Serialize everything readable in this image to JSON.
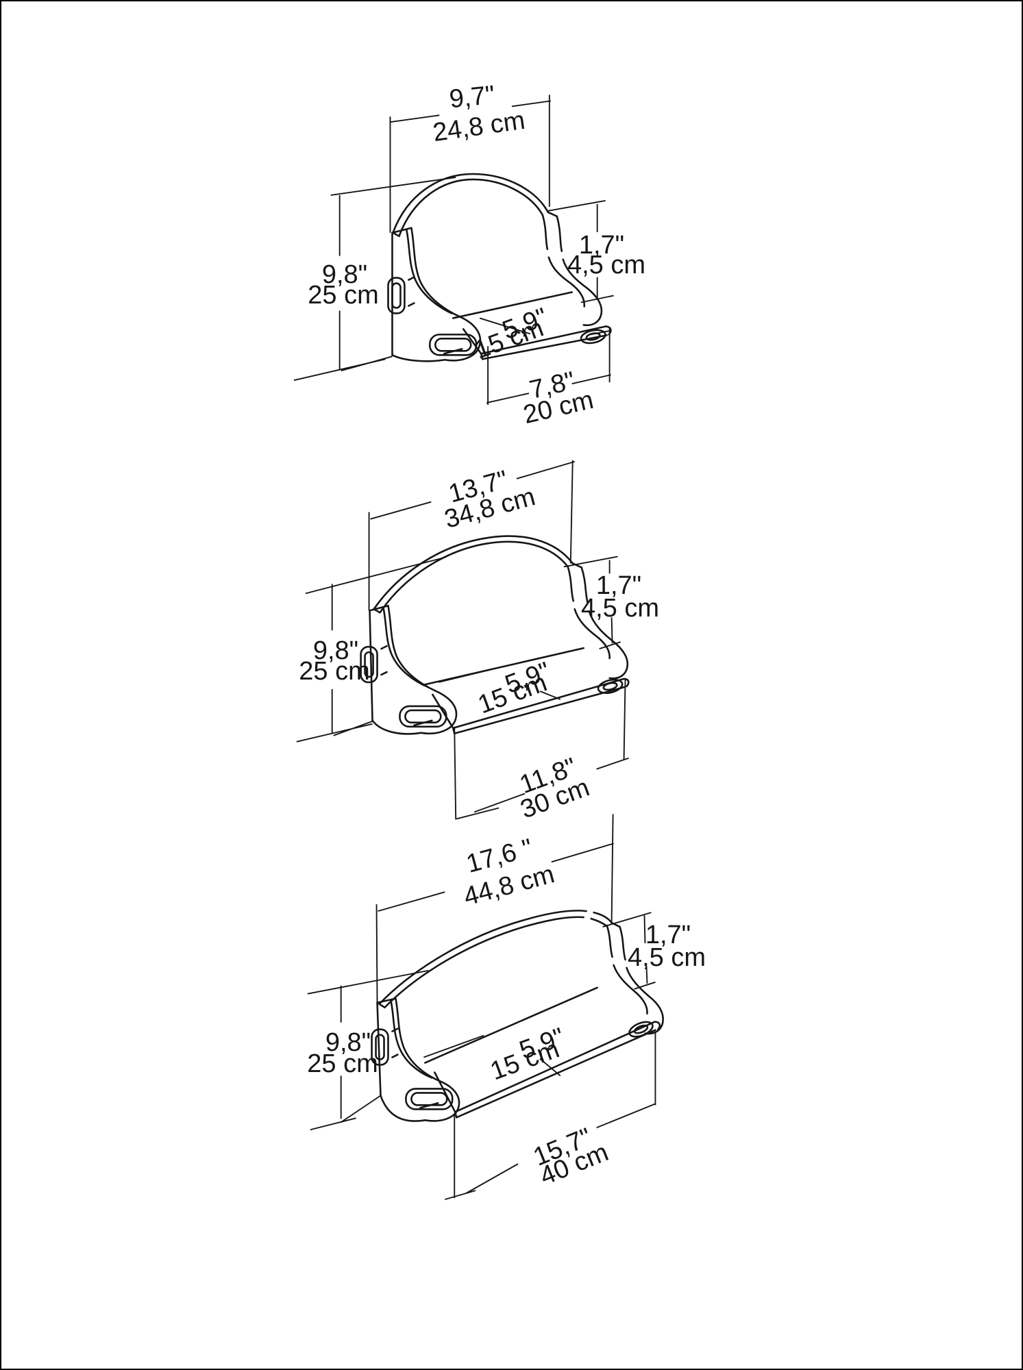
{
  "page": {
    "background": "#ffffff",
    "border_color": "#000000",
    "line_color": "#161616",
    "description": "Dimension drawing of three arched wall shelves (small, medium, large)"
  },
  "figures": [
    {
      "id": "small-shelf",
      "width": {
        "inches": "9,7\"",
        "cm": "24,8 cm"
      },
      "height": {
        "inches": "9,8\"",
        "cm": "25 cm"
      },
      "side": {
        "inches": "1,7\"",
        "cm": "4,5 cm"
      },
      "depth": {
        "inches": "5,9\"",
        "cm": "15 cm"
      },
      "bottom": {
        "inches": "7,8\"",
        "cm": "20 cm"
      }
    },
    {
      "id": "medium-shelf",
      "width": {
        "inches": "13,7\"",
        "cm": "34,8 cm"
      },
      "height": {
        "inches": "9,8\"",
        "cm": "25 cm"
      },
      "side": {
        "inches": "1,7\"",
        "cm": "4,5 cm"
      },
      "depth": {
        "inches": "5,9\"",
        "cm": "15 cm"
      },
      "bottom": {
        "inches": "11,8\"",
        "cm": "30 cm"
      }
    },
    {
      "id": "large-shelf",
      "width": {
        "inches": "17,6 \"",
        "cm": "44,8 cm"
      },
      "height": {
        "inches": "9,8\"",
        "cm": "25 cm"
      },
      "side": {
        "inches": "1,7\"",
        "cm": "4,5 cm"
      },
      "depth": {
        "inches": "5,9\"",
        "cm": "15 cm"
      },
      "bottom": {
        "inches": "15,7\"",
        "cm": "40 cm"
      }
    }
  ]
}
